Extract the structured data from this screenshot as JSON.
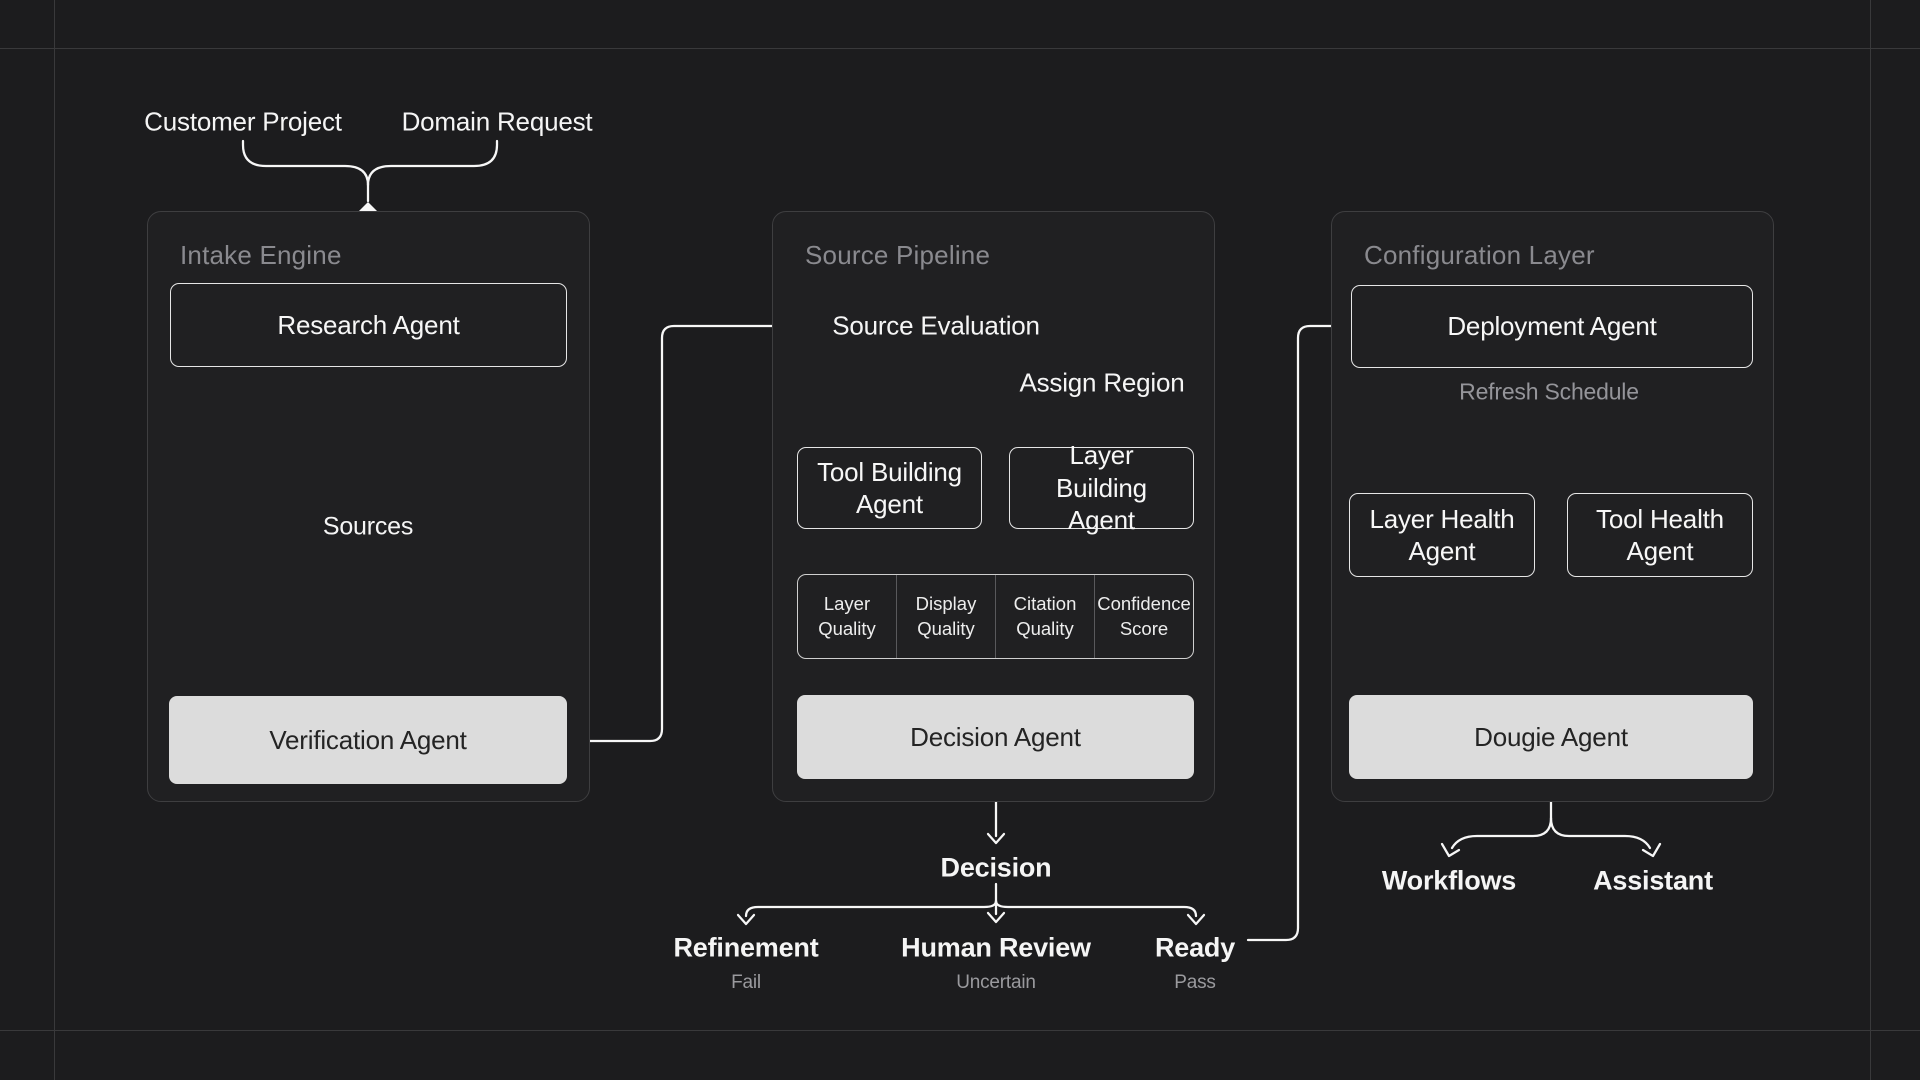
{
  "diagram": {
    "inputs": {
      "customer_project": "Customer Project",
      "domain_request": "Domain Request"
    },
    "intake": {
      "title": "Intake Engine",
      "research_agent": "Research Agent",
      "sources_label": "Sources",
      "verification_agent": "Verification Agent"
    },
    "source_pipeline": {
      "title": "Source Pipeline",
      "source_evaluation": "Source Evaluation",
      "assign_region": "Assign Region",
      "tool_building_agent": "Tool Building Agent",
      "layer_building_agent": "Layer Building Agent",
      "metrics": [
        "Layer Quality",
        "Display Quality",
        "Citation Quality",
        "Confidence Score"
      ],
      "decision_agent": "Decision Agent"
    },
    "decision": {
      "label": "Decision",
      "outcomes": [
        {
          "label": "Refinement",
          "sub": "Fail"
        },
        {
          "label": "Human Review",
          "sub": "Uncertain"
        },
        {
          "label": "Ready",
          "sub": "Pass"
        }
      ]
    },
    "configuration": {
      "title": "Configuration Layer",
      "deployment_agent": "Deployment Agent",
      "refresh_schedule": "Refresh Schedule",
      "layer_health_agent": "Layer Health Agent",
      "tool_health_agent": "Tool Health Agent",
      "dougie_agent": "Dougie Agent",
      "outputs": [
        "Workflows",
        "Assistant"
      ]
    },
    "colors": {
      "background": "#1c1c1e",
      "panel_border": "#3e3e40",
      "wire": "#f7f7f7",
      "node_border": "#e6e6e6",
      "light_node_fill": "#dcdcdc",
      "muted_text": "#9a9a9e"
    }
  }
}
